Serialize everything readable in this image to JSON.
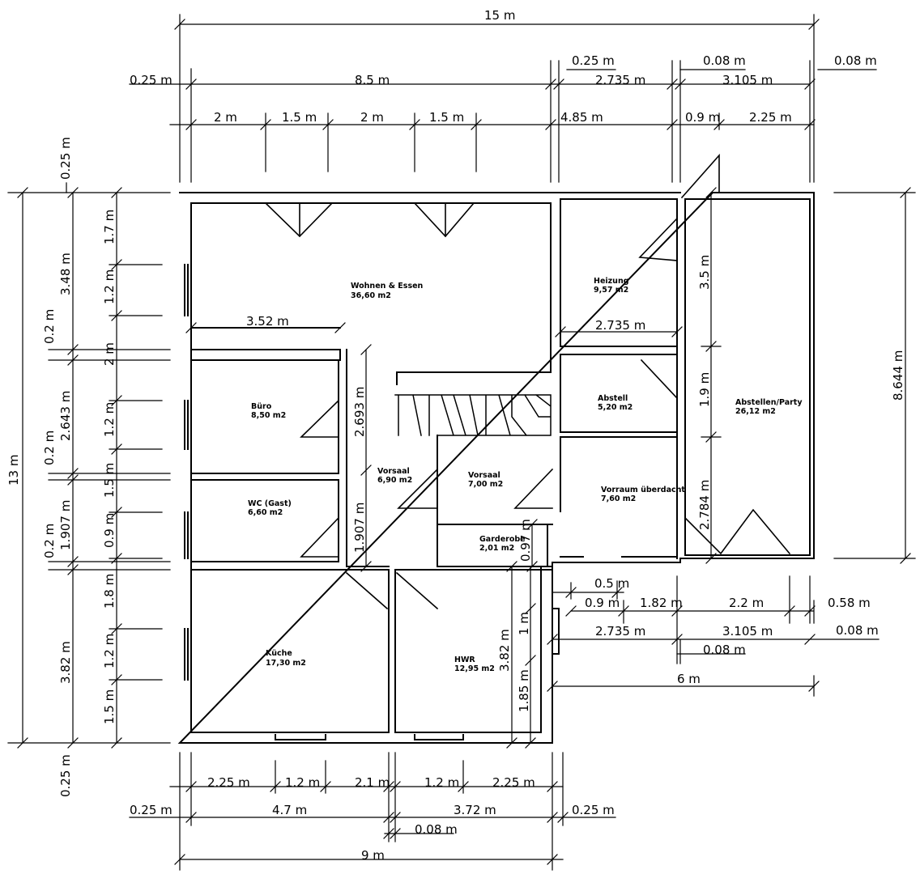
{
  "plan": {
    "overall_width": "15 m",
    "overall_depth": "13 m",
    "annex_depth": "8.644 m",
    "lower_width": "9 m",
    "annex_width": "6 m"
  },
  "rooms": [
    {
      "id": "wohnen",
      "name": "Wohnen & Essen",
      "area": "36,60 m2"
    },
    {
      "id": "heizung",
      "name": "Heizung",
      "area": "9,57 m2"
    },
    {
      "id": "abstell",
      "name": "Abstell",
      "area": "5,20 m2"
    },
    {
      "id": "abstellen-party",
      "name": "Abstellen/Party",
      "area": "26,12 m2"
    },
    {
      "id": "buero",
      "name": "Büro",
      "area": "8,50 m2"
    },
    {
      "id": "vorsaal1",
      "name": "Vorsaal",
      "area": "6,90 m2"
    },
    {
      "id": "vorsaal2",
      "name": "Vorsaal",
      "area": "7,00 m2"
    },
    {
      "id": "vorraum",
      "name": "Vorraum überdacht",
      "area": "7,60 m2"
    },
    {
      "id": "wc",
      "name": "WC (Gast)",
      "area": "6,60 m2"
    },
    {
      "id": "garderobe",
      "name": "Garderobe",
      "area": "2,01 m2"
    },
    {
      "id": "kueche",
      "name": "Küche",
      "area": "17,30 m2"
    },
    {
      "id": "hwr",
      "name": "HWR",
      "area": "12,95 m2"
    }
  ],
  "dims": {
    "top_total": "15 m",
    "top_r2": [
      "0.25 m",
      "0.08 m",
      "0.08 m"
    ],
    "top_r3": [
      "0.25 m",
      "8.5 m",
      "2.735 m",
      "3.105 m"
    ],
    "top_r4": [
      "2 m",
      "1.5 m",
      "2 m",
      "1.5 m",
      "4.85 m",
      "0.9 m",
      "2.25 m"
    ],
    "bottom_r1": [
      "2.25 m",
      "1.2 m",
      "2.1 m",
      "1.2 m",
      "2.25 m"
    ],
    "bottom_r2": [
      "0.25 m",
      "4.7 m",
      "3.72 m",
      "0.25 m"
    ],
    "bottom_r3": "0.08 m",
    "bottom_total": "9 m",
    "left_total": "13 m",
    "left_mid": [
      "0.25 m",
      "3.48 m",
      "0.2 m",
      "2.643 m",
      "0.2 m",
      "1.907 m",
      "0.2 m",
      "3.82 m",
      "0.25 m"
    ],
    "left_inner": [
      "1.7 m",
      "1.2 m",
      "2 m",
      "1.2 m",
      "1.5 m",
      "0.9 m",
      "1.8 m",
      "1.2 m",
      "1.5 m"
    ],
    "right_total": "8.644 m",
    "annex_v": [
      "3.5 m",
      "1.9 m",
      "2.784 m"
    ],
    "interior": [
      "3.52 m",
      "2.735 m",
      "2.693 m",
      "1.907 m",
      "0.97 m",
      "3.82 m",
      "1 m",
      "1.85 m"
    ],
    "lower_right": [
      "0.5 m",
      "0.9 m",
      "1.82 m",
      "2.2 m",
      "0.58 m",
      "2.735 m",
      "3.105 m",
      "0.08 m",
      "0.08 m",
      "6 m"
    ]
  }
}
